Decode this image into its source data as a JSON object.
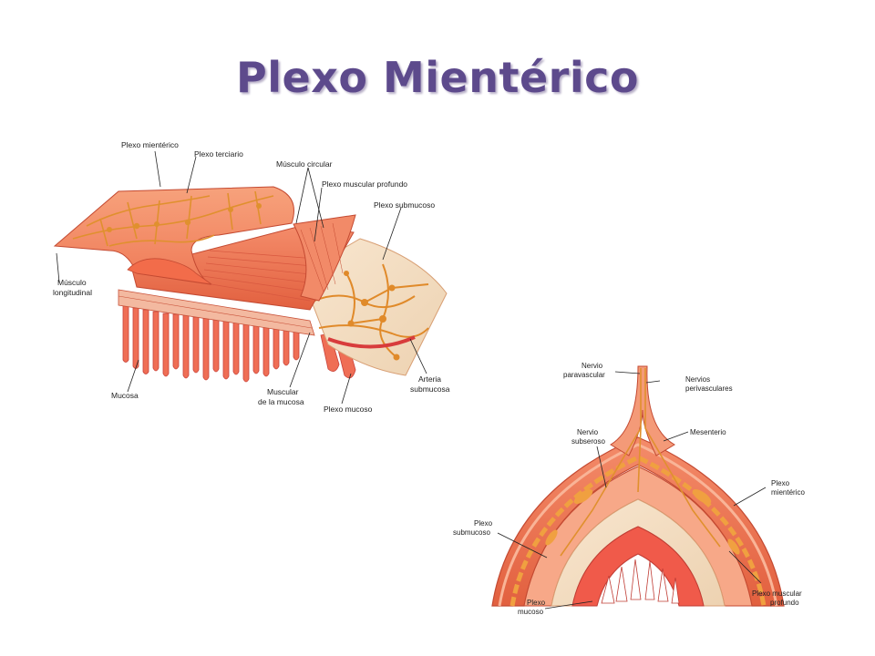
{
  "title": "Plexo Mientérico",
  "figure1": {
    "labels": {
      "plexo_mienterico": "Plexo mientérico",
      "plexo_terciario": "Plexo terciario",
      "musculo_circular": "Músculo circular",
      "plexo_muscular_profundo": "Plexo muscular profundo",
      "plexo_submucoso": "Plexo submucoso",
      "musculo_longitudinal_1": "Músculo",
      "musculo_longitudinal_2": "longitudinal",
      "mucosa": "Mucosa",
      "muscular_mucosa_1": "Muscular",
      "muscular_mucosa_2": "de la mucosa",
      "plexo_mucoso": "Plexo mucoso",
      "arteria_1": "Arteria",
      "arteria_2": "submucosa"
    }
  },
  "figure2": {
    "labels": {
      "nervio_paravascular_1": "Nervio",
      "nervio_paravascular_2": "paravascular",
      "nervios_perivasculares_1": "Nervios",
      "nervios_perivasculares_2": "perivasculares",
      "nervio_subseroso_1": "Nervio",
      "nervio_subseroso_2": "subseroso",
      "mesenterio": "Mesenterio",
      "plexo_mienterico_1": "Plexo",
      "plexo_mienterico_2": "mientérico",
      "plexo_submucoso_1": "Plexo",
      "plexo_submucoso_2": "submucoso",
      "plexo_mucoso_1": "Plexo",
      "plexo_mucoso_2": "mucoso",
      "plexo_muscular_profundo_1": "Plexo muscular",
      "plexo_muscular_profundo_2": "profundo"
    }
  }
}
